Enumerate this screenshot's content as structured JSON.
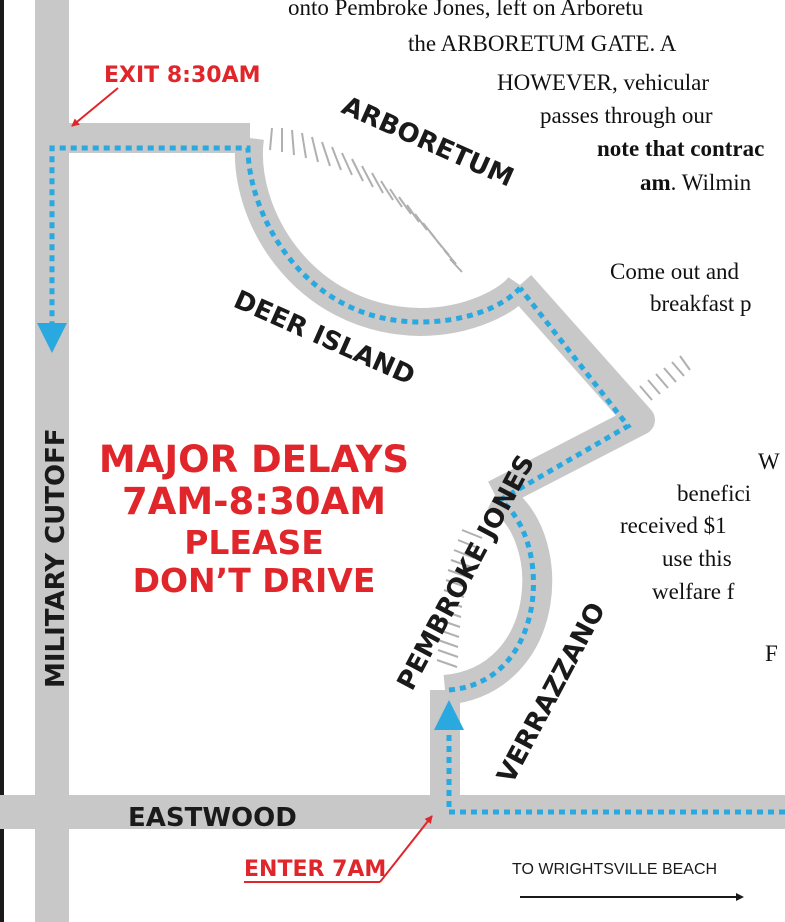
{
  "colors": {
    "road": "#c8c8c8",
    "route": "#2aa8e0",
    "alert": "#e0262b",
    "text": "#1a1a1a"
  },
  "streets": {
    "military_cutoff": "MILITARY CUTOFF",
    "eastwood": "EASTWOOD",
    "arboretum": "ARBORETUM",
    "deer_island": "DEER ISLAND",
    "pembroke_jones": "PEMBROKE JONES",
    "verrazzano": "VERRAZZANO"
  },
  "callouts": {
    "exit": "EXIT 8:30AM",
    "enter": "ENTER 7AM"
  },
  "delay_notice": {
    "line1": "MAJOR DELAYS",
    "line2": "7AM-8:30AM",
    "line3": "PLEASE",
    "line4": "DON’T DRIVE"
  },
  "direction": {
    "label": "TO WRIGHTSVILLE BEACH"
  },
  "prose_lines": [
    {
      "text": "onto Pembroke Jones, left on Arboretu",
      "bold": false
    },
    {
      "text": "the ARBORETUM GATE. A",
      "bold": false
    },
    {
      "text": "HOWEVER, vehicular",
      "bold": false
    },
    {
      "text": "passes through our",
      "bold": false
    },
    {
      "text": "note that contrac",
      "bold": true
    },
    {
      "text": "am",
      "bold": true,
      "rest": ". Wilmin"
    },
    {
      "text": "Come out and",
      "bold": false
    },
    {
      "text": "breakfast p",
      "bold": false
    },
    {
      "text": "W",
      "bold": false
    },
    {
      "text": "benefici",
      "bold": false
    },
    {
      "text": "received $1",
      "bold": false
    },
    {
      "text": "use this",
      "bold": false
    },
    {
      "text": "welfare f",
      "bold": false
    },
    {
      "text": "F",
      "bold": false
    }
  ]
}
